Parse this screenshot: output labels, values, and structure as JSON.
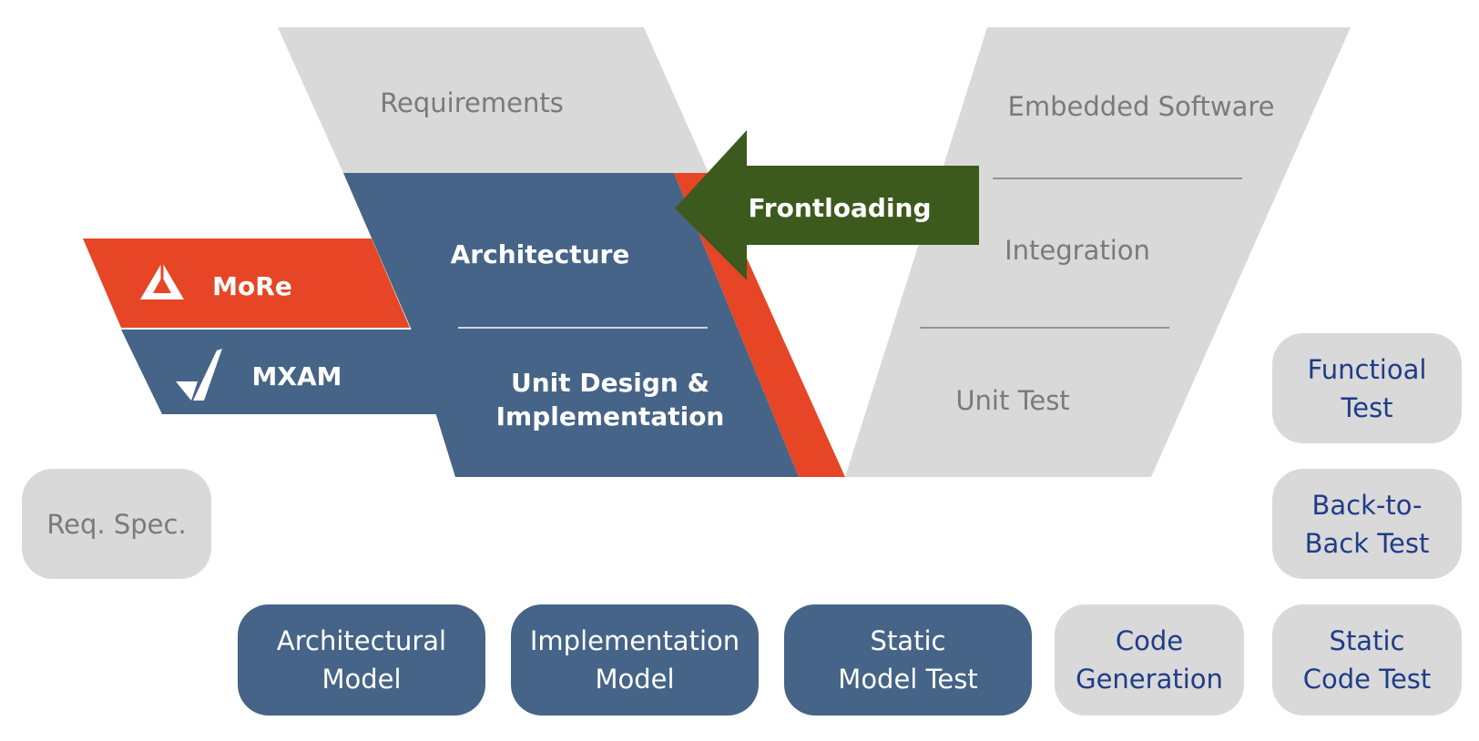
{
  "vmodel": {
    "left": {
      "requirements": "Requirements",
      "architecture": "Architecture",
      "unit_design_line1": "Unit Design &",
      "unit_design_line2": "Implementation"
    },
    "right": {
      "embedded_software": "Embedded Software",
      "integration": "Integration",
      "unit_test": "Unit Test"
    },
    "frontloading": "Frontloading"
  },
  "tools": {
    "more": "MoRe",
    "mxam": "MXAM"
  },
  "boxes": {
    "req_spec": "Req. Spec.",
    "architectural_model": "Architectural\nModel",
    "implementation_model": "Implementation\nModel",
    "static_model_test": "Static\nModel Test",
    "code_generation": "Code\nGeneration",
    "functional_test": "Functioal\nTest",
    "back_to_back_test": "Back-to-\nBack Test",
    "static_code_test": "Static\nCode Test"
  },
  "colors": {
    "light_gray": "#d9d9d9",
    "slate_blue": "#456487",
    "orange": "#e64626",
    "green": "#3d5a1e",
    "navy_text": "#1f3c8a",
    "gray_text": "#7a7a7a"
  }
}
